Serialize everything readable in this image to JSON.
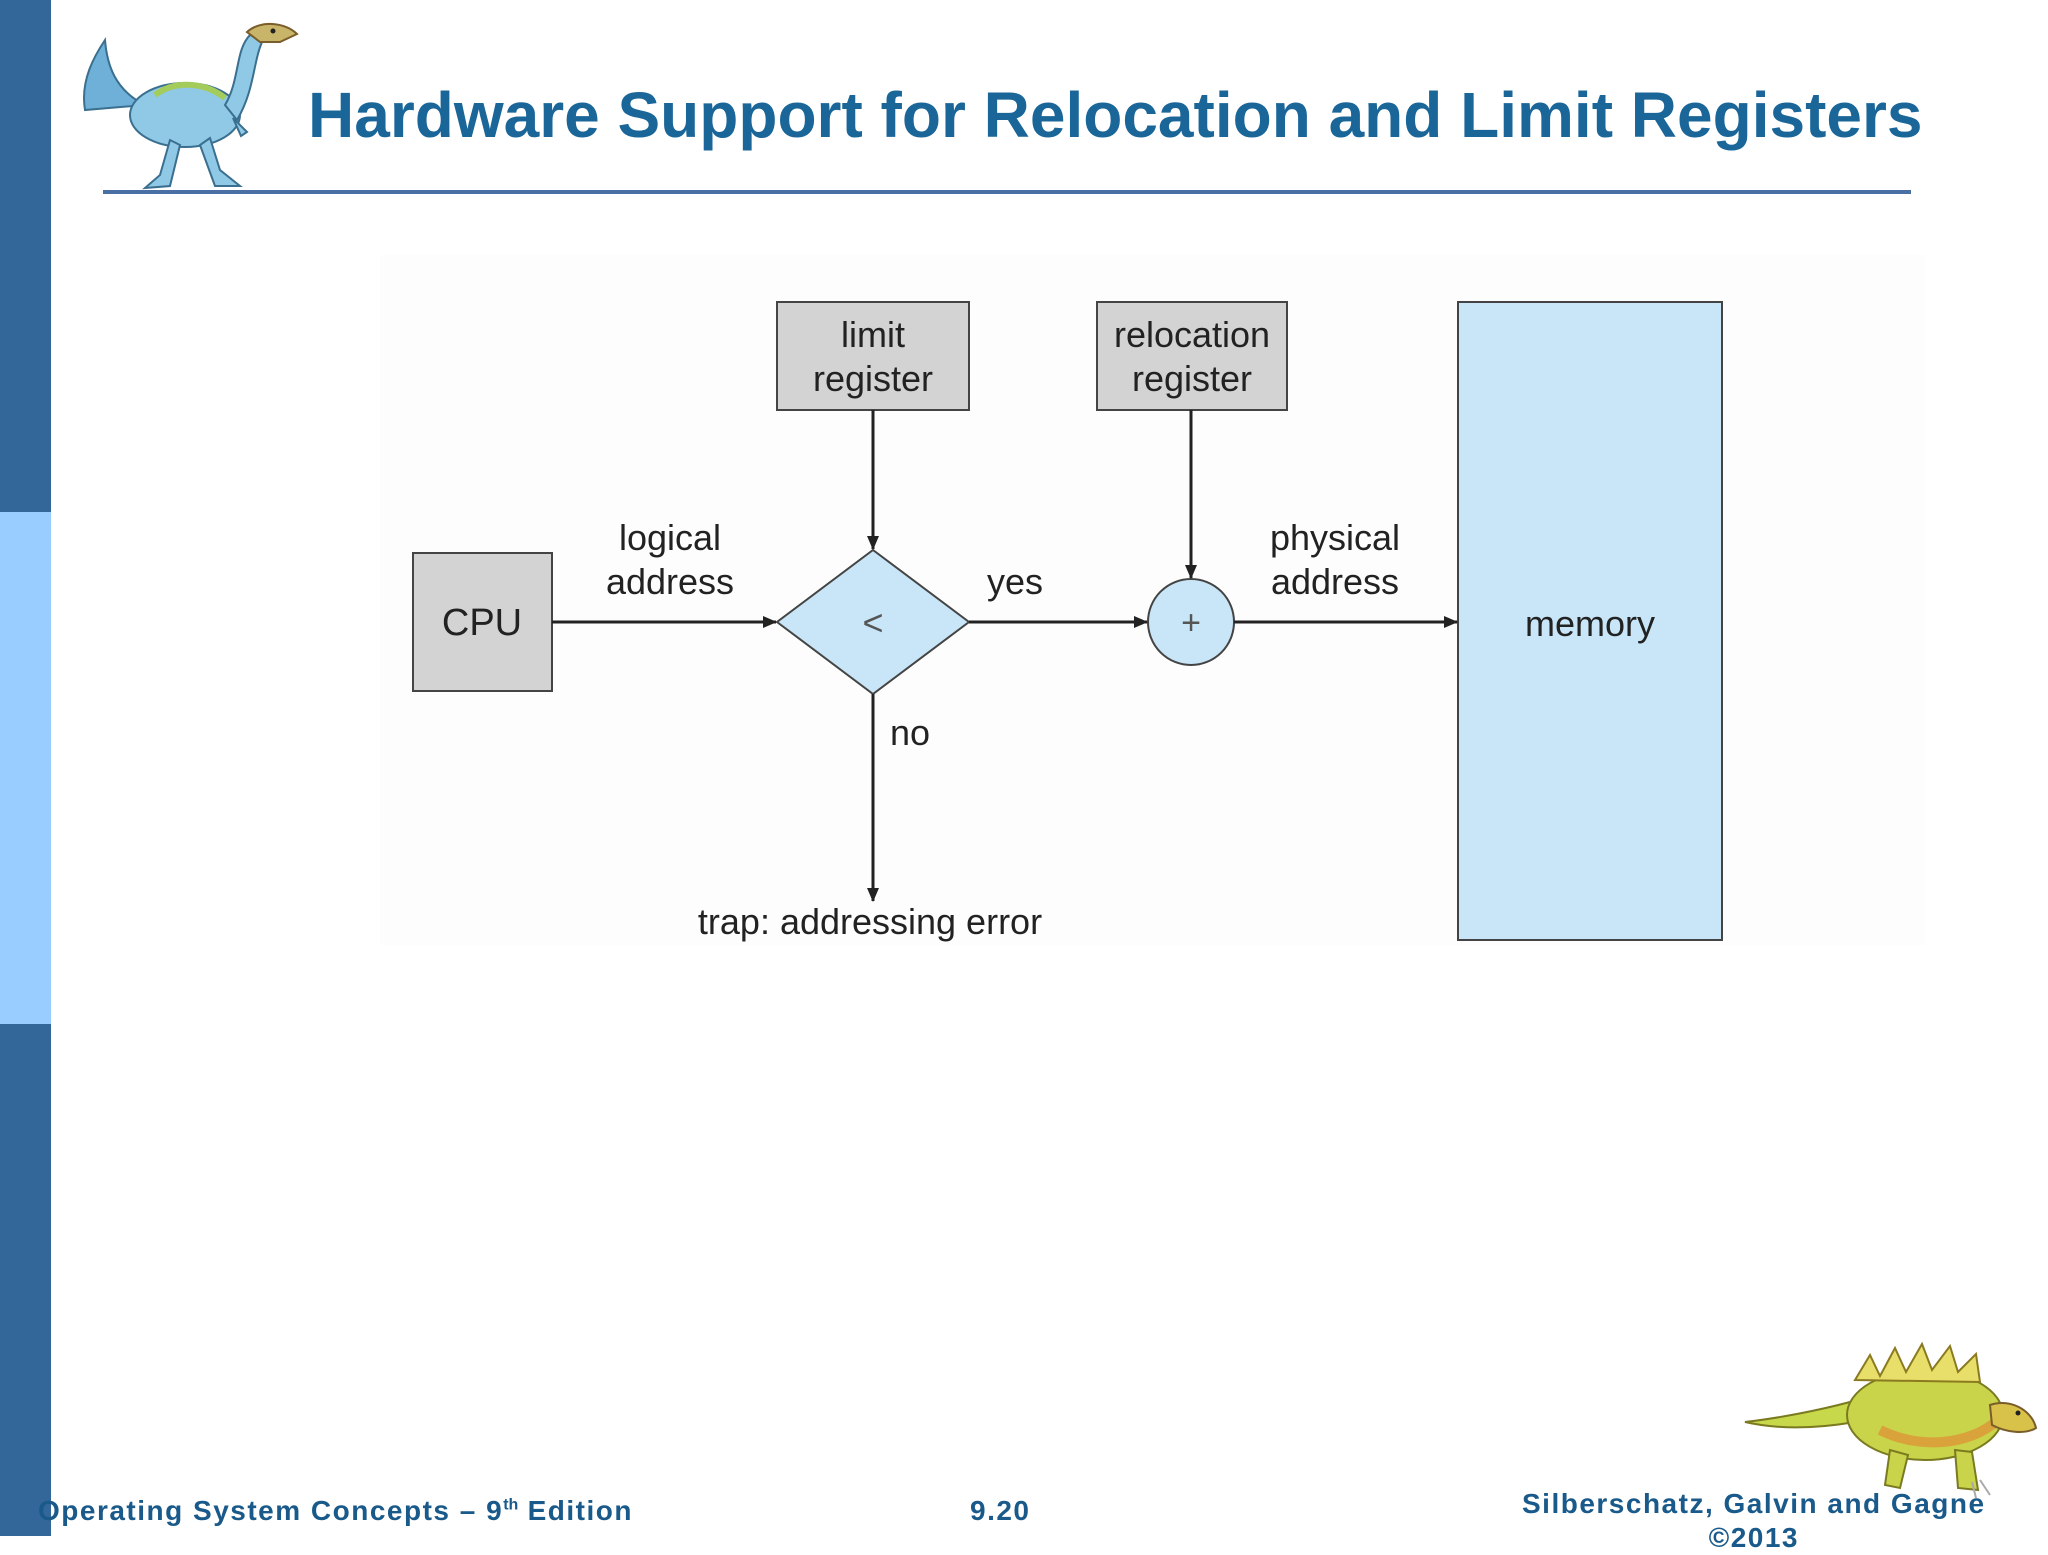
{
  "slide": {
    "title": "Hardware Support for Relocation and Limit Registers"
  },
  "diagram": {
    "cpu_label": "CPU",
    "logical_address_line1": "logical",
    "logical_address_line2": "address",
    "limit_register_line1": "limit",
    "limit_register_line2": "register",
    "relocation_register_line1": "relocation",
    "relocation_register_line2": "register",
    "compare_symbol": "<",
    "yes_label": "yes",
    "no_label": "no",
    "adder_symbol": "+",
    "physical_address_line1": "physical",
    "physical_address_line2": "address",
    "memory_label": "memory",
    "trap_label": "trap: addressing error"
  },
  "footer": {
    "book_title_prefix": "Operating System Concepts – 9",
    "book_title_sup": "th",
    "book_title_suffix": " Edition",
    "page_number": "9.20",
    "authors": "Silberschatz, Galvin and Gagne",
    "copyright": "©2013"
  },
  "colors": {
    "sidebar_dark": "#336699",
    "sidebar_light": "#99ccff",
    "title": "#1a6699",
    "register_fill": "#d3d3d3",
    "memory_fill": "#c8e6f8"
  },
  "icons": [
    "dinosaur-logo-icon",
    "dinosaur-corner-icon"
  ]
}
